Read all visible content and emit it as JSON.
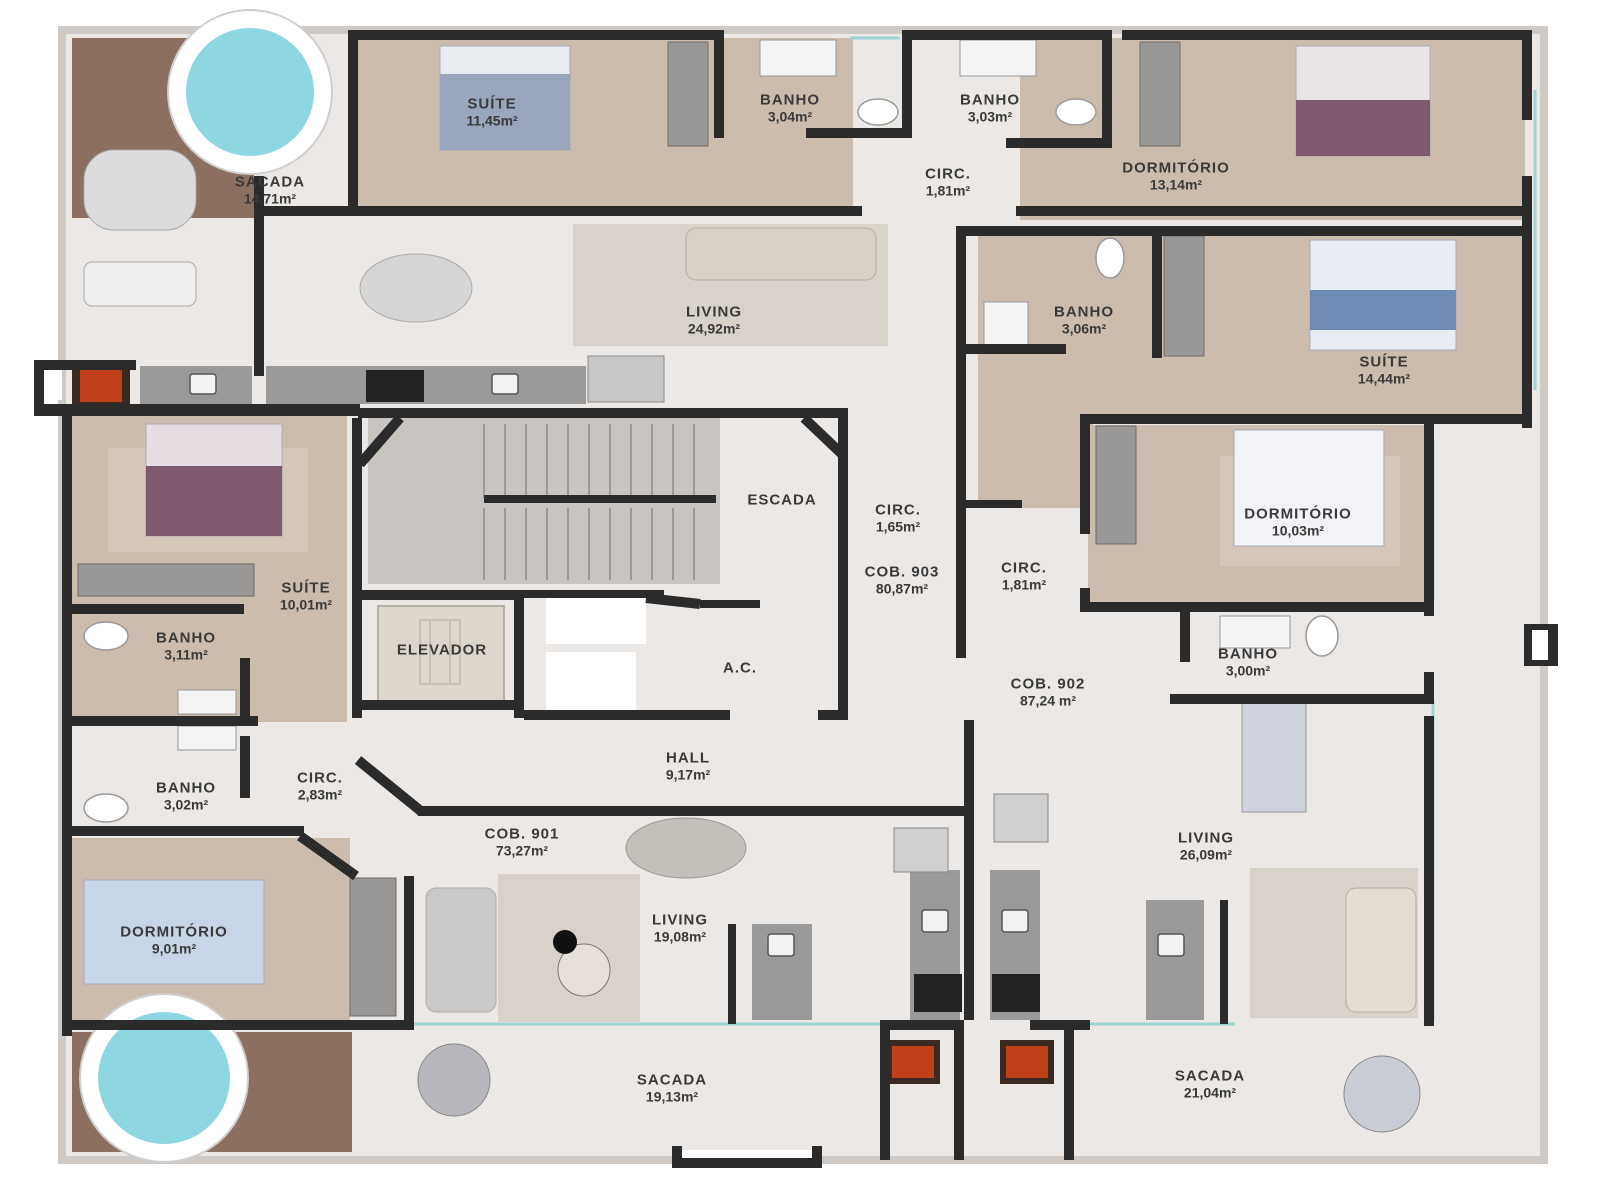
{
  "rooms": {
    "sacada_nw": {
      "name": "SACADA",
      "area": "14,71m²"
    },
    "suite_n": {
      "name": "SUÍTE",
      "area": "11,45m²"
    },
    "banho_n1": {
      "name": "BANHO",
      "area": "3,04m²"
    },
    "banho_n2": {
      "name": "BANHO",
      "area": "3,03m²"
    },
    "circ_n": {
      "name": "CIRC.",
      "area": "1,81m²"
    },
    "dorm_ne": {
      "name": "DORMITÓRIO",
      "area": "13,14m²"
    },
    "living_n": {
      "name": "LIVING",
      "area": "24,92m²"
    },
    "banho_e": {
      "name": "BANHO",
      "area": "3,06m²"
    },
    "suite_e": {
      "name": "SUÍTE",
      "area": "14,44m²"
    },
    "escada": {
      "name": "ESCADA"
    },
    "circ_c1": {
      "name": "CIRC.",
      "area": "1,65m²"
    },
    "cob903": {
      "name": "COB. 903",
      "area": "80,87m²"
    },
    "dorm_e2": {
      "name": "DORMITÓRIO",
      "area": "10,03m²"
    },
    "circ_c2": {
      "name": "CIRC.",
      "area": "1,81m²"
    },
    "suite_w": {
      "name": "SUÍTE",
      "area": "10,01m²"
    },
    "banho_w1": {
      "name": "BANHO",
      "area": "3,11m²"
    },
    "elevador": {
      "name": "ELEVADOR"
    },
    "ac": {
      "name": "A.C."
    },
    "banho_se": {
      "name": "BANHO",
      "area": "3,00m²"
    },
    "cob902": {
      "name": "COB. 902",
      "area": "87,24 m²"
    },
    "hall": {
      "name": "HALL",
      "area": "9,17m²"
    },
    "banho_w2": {
      "name": "BANHO",
      "area": "3,02m²"
    },
    "circ_w": {
      "name": "CIRC.",
      "area": "2,83m²"
    },
    "cob901": {
      "name": "COB. 901",
      "area": "73,27m²"
    },
    "living_se": {
      "name": "LIVING",
      "area": "26,09m²"
    },
    "dorm_sw": {
      "name": "DORMITÓRIO",
      "area": "9,01m²"
    },
    "living_s": {
      "name": "LIVING",
      "area": "19,08m²"
    },
    "sacada_s": {
      "name": "SACADA",
      "area": "19,13m²"
    },
    "sacada_se": {
      "name": "SACADA",
      "area": "21,04m²"
    }
  },
  "colors": {
    "wall": "#2b2b2b",
    "floor_tile": "#e8e5e2",
    "floor_wood_light": "#cbbcae",
    "deck_wood": "#8b6f60",
    "rug": "#d9d2cb",
    "glass": "#9fd3d6",
    "counter": "#9a9a9a",
    "bed_blue": "#b8c9de",
    "bed_purple": "#7e5a6e",
    "jacuzzi": "#8fd6e3"
  }
}
